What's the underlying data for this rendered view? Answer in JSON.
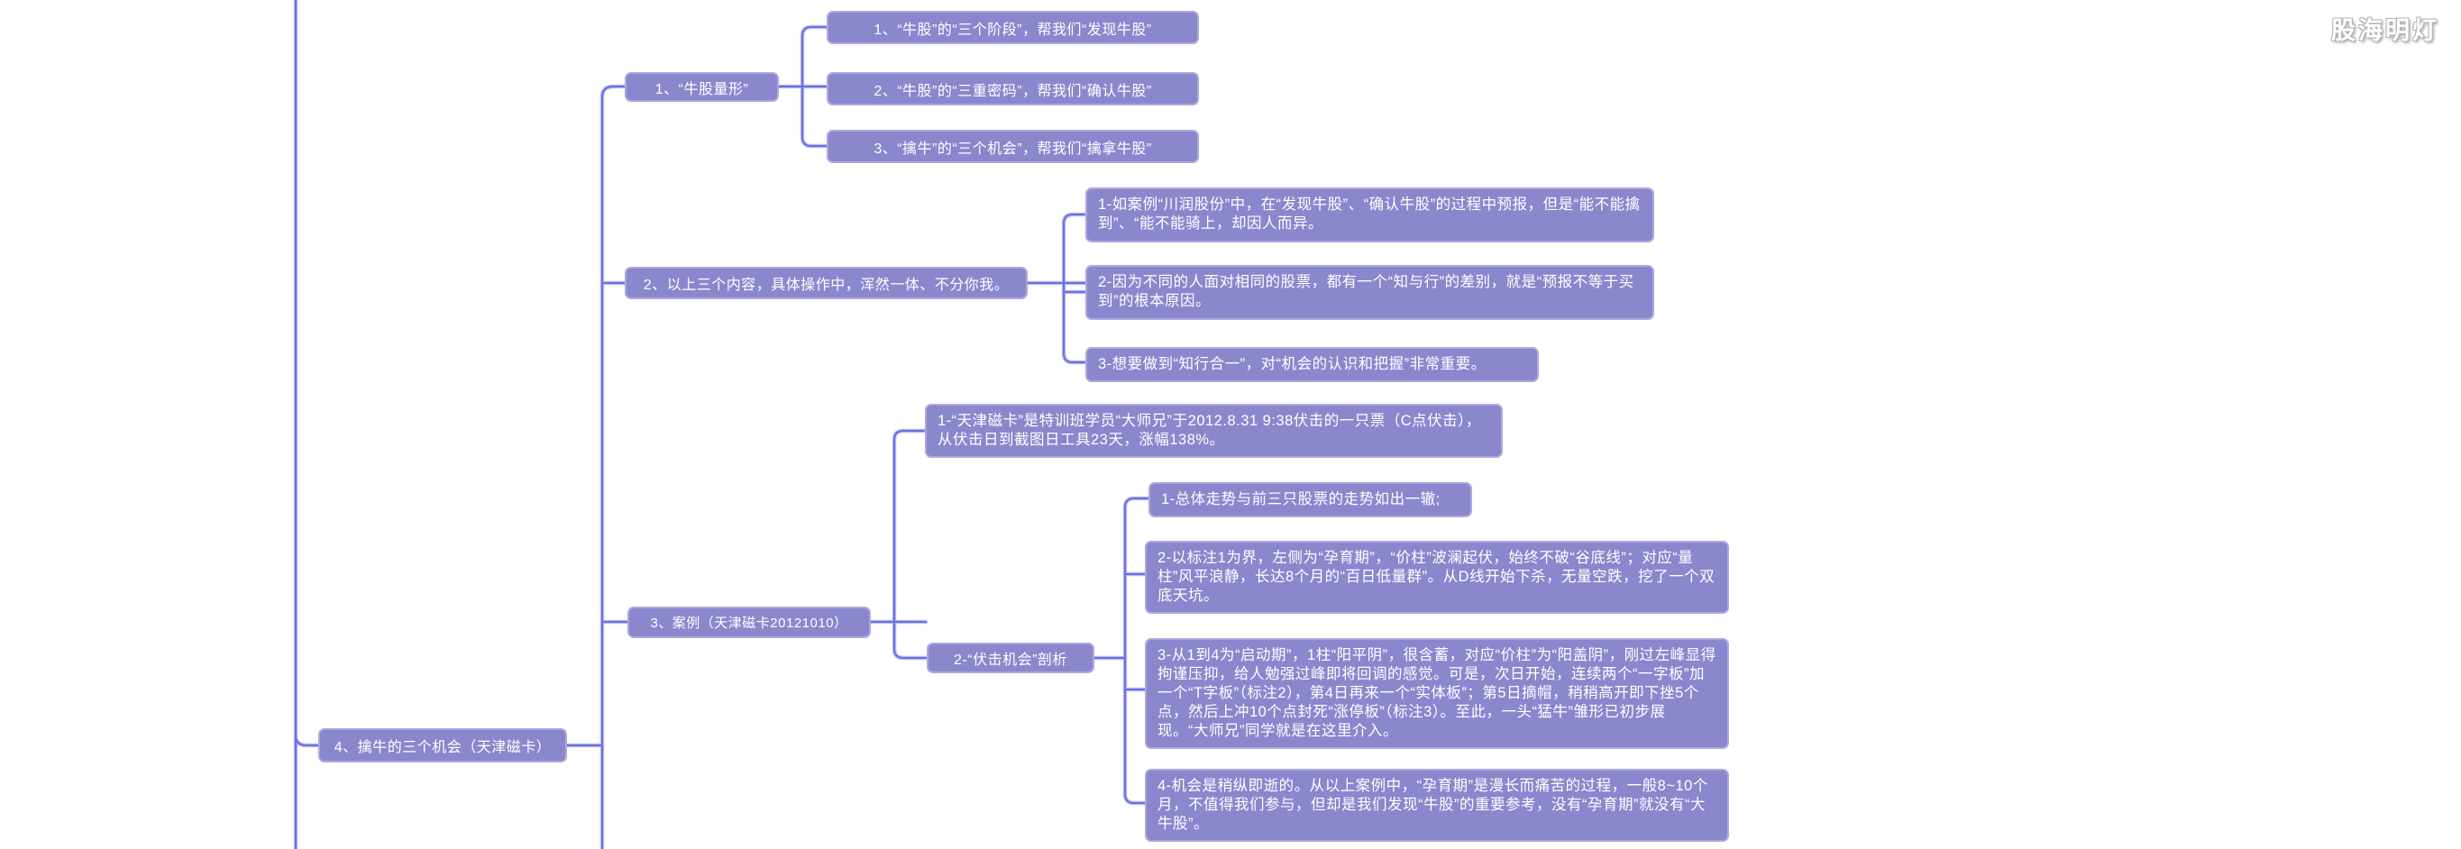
{
  "watermark": "股海明灯",
  "colors": {
    "node_fill": "#8b87cd",
    "node_border": "#aca8de",
    "connector": "#6b70df",
    "node_text": "#ffffff",
    "background": "#ffffff"
  },
  "root": {
    "label": "4、擒牛的三个机会（天津磁卡）"
  },
  "branches": [
    {
      "label": "1、“牛股量形”",
      "children": [
        {
          "label": "1、“牛股”的“三个阶段”，帮我们“发现牛股”"
        },
        {
          "label": "2、“牛股”的“三重密码”，帮我们“确认牛股”"
        },
        {
          "label": "3、“擒牛”的“三个机会”，帮我们“擒拿牛股”"
        }
      ]
    },
    {
      "label": "2、以上三个内容，具体操作中，浑然一体、不分你我。",
      "children": [
        {
          "label": "1-如案例“川润股份”中，在“发现牛股”、“确认牛股”的过程中预报，但是“能不能擒到”、“能不能骑上，却因人而异。"
        },
        {
          "label": "2-因为不同的人面对相同的股票，都有一个“知与行”的差别，就是“预报不等于买到”的根本原因。"
        },
        {
          "label": "3-想要做到“知行合一”，对“机会的认识和把握”非常重要。"
        }
      ]
    },
    {
      "label": "3、案例（天津磁卡20121010）",
      "children": [
        {
          "label": "1-“天津磁卡”是特训班学员“大师兄”于2012.8.31 9:38伏击的一只票（C点伏击），从伏击日到截图日工具23天，涨幅138%。"
        },
        {
          "label": "2-“伏击机会”剖析",
          "children": [
            {
              "label": "1-总体走势与前三只股票的走势如出一辙;"
            },
            {
              "label": "2-以标注1为界，左侧为“孕育期”，“价柱”波澜起伏，始终不破“谷底线”；对应“量柱”风平浪静，长达8个月的“百日低量群”。从D线开始下杀，无量空跌，挖了一个双底天坑。"
            },
            {
              "label": "3-从1到4为“启动期”，1柱“阳平阴”，很含蓄，对应“价柱”为“阳盖阴”，刚过左峰显得拘谨压抑，给人勉强过峰即将回调的感觉。可是，次日开始，连续两个“一字板”加一个“T字板”（标注2），第4日再来一个“实体板”；第5日摘帽，稍稍高开即下挫5个点，然后上冲10个点封死“涨停板”（标注3）。至此，一头“猛牛”雏形已初步展现。“大师兄”同学就是在这里介入。"
            },
            {
              "label": "4-机会是稍纵即逝的。从以上案例中，“孕育期”是漫长而痛苦的过程，一般8~10个月，不值得我们参与，但却是我们发现“牛股”的重要参考，没有“孕育期”就没有“大牛股”。"
            }
          ]
        }
      ]
    }
  ]
}
